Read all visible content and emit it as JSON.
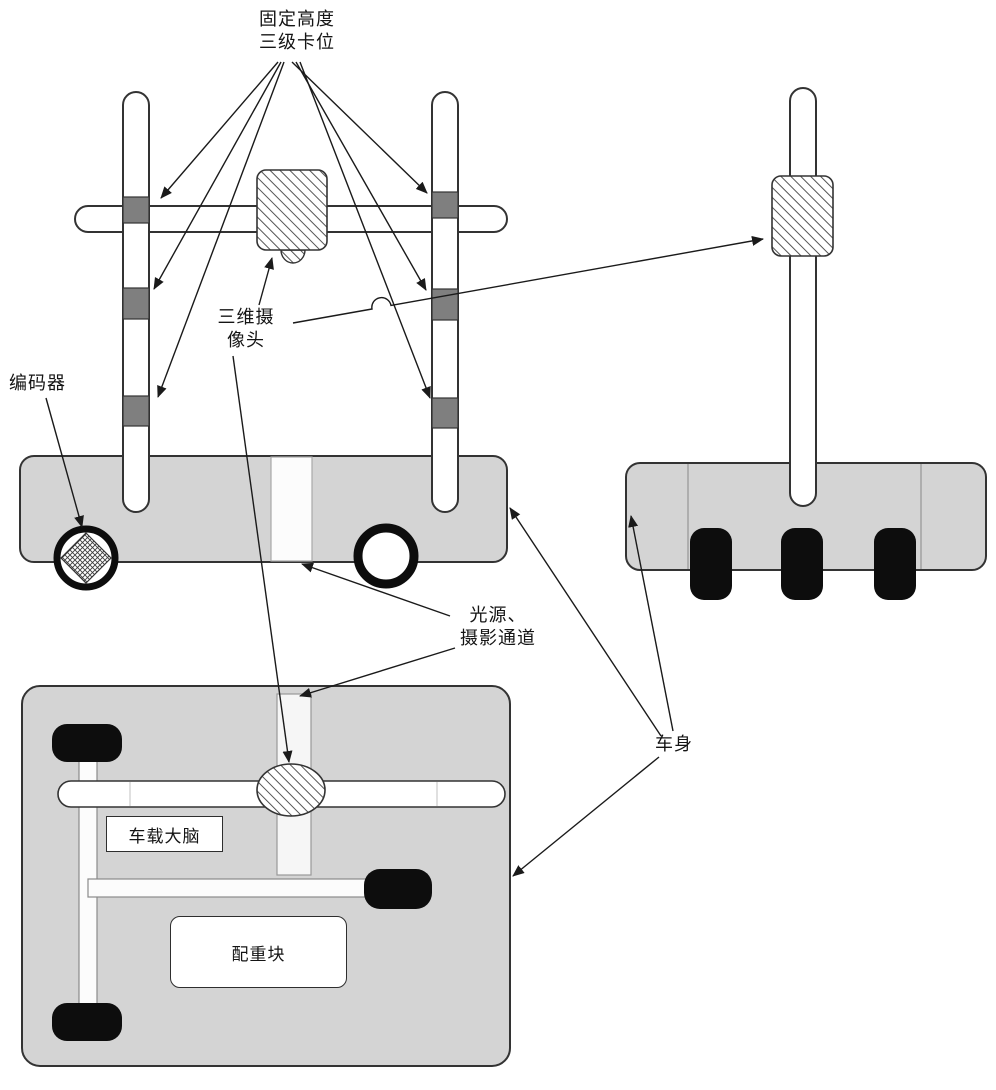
{
  "labels": {
    "fixed_height_clamp": {
      "line1": "固定高度",
      "line2": "三级卡位"
    },
    "encoder": "编码器",
    "camera_3d": {
      "line1": "三维摄",
      "line2": "像头"
    },
    "light_source_channel": {
      "line1": "光源、",
      "line2": "摄影通道"
    },
    "vehicle_body": "车身",
    "onboard_brain": "车载大脑",
    "counterweight": "配重块"
  },
  "colors": {
    "vehicle_body_fill": "#d4d4d4",
    "clamp_segment_fill": "#7f7f7f",
    "wheel_black": "#0d0d0d",
    "outline": "#2e2e2e",
    "background": "#ffffff"
  }
}
